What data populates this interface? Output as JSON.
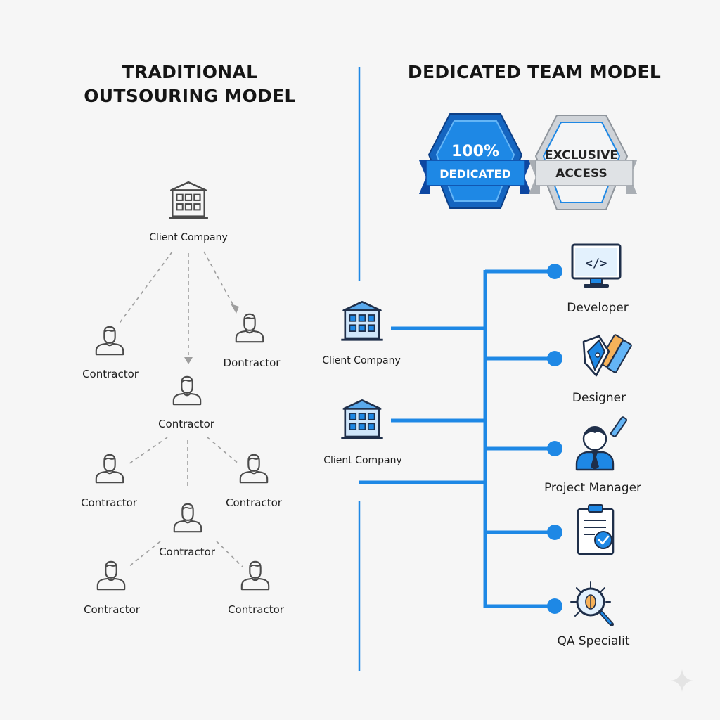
{
  "left": {
    "title_line1": "TRADITIONAL",
    "title_line2": "OUTSOURING MODEL",
    "client_label": "Client Company",
    "contractors": [
      "Contractor",
      "Dontractor",
      "Contractor",
      "Contractor",
      "Contractor",
      "Contractor",
      "Contractor",
      "Contractor"
    ]
  },
  "right": {
    "title": "DEDICATED TEAM MODEL",
    "badge_dedicated_line1": "100%",
    "badge_dedicated_line2": "DEDICATED",
    "badge_exclusive_line1": "EXCLUSIVE",
    "badge_exclusive_line2": "ACCESS",
    "client_labels": [
      "Client Company",
      "Client Company"
    ],
    "roles": [
      "Developer",
      "Designer",
      "Project Manager",
      "QA Specialit"
    ],
    "icons": [
      "monitor-code-icon",
      "pen-pencil-icon",
      "manager-icon",
      "clipboard-check-icon",
      "bug-magnifier-icon"
    ]
  },
  "colors": {
    "accent": "#1e88e5",
    "accent_dark": "#1565c0",
    "line_gray": "#9e9e9e",
    "icon_stroke": "#4a4a4a"
  }
}
